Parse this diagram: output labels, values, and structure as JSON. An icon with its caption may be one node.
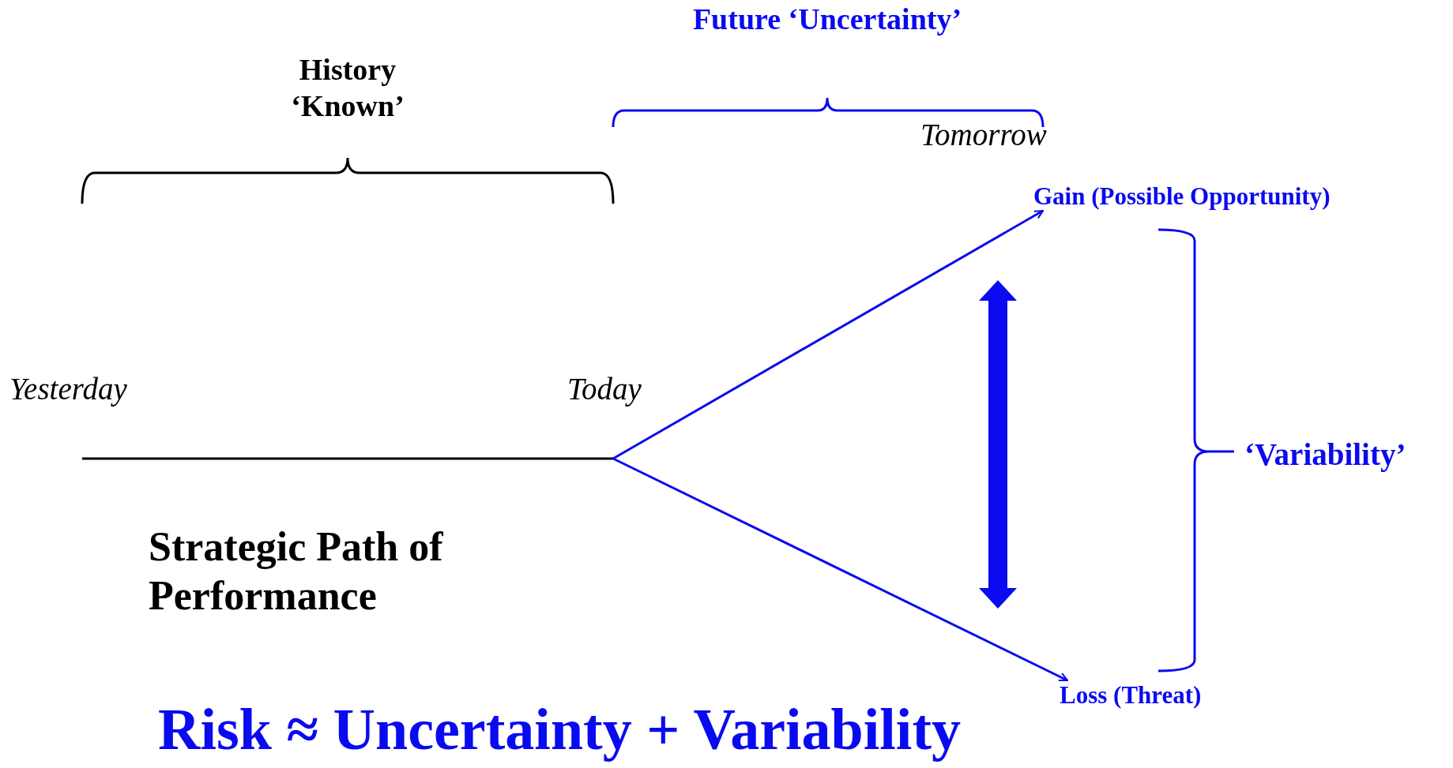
{
  "diagram": {
    "caption": "Risk ≈ Uncertainty + Variability",
    "nodes": [
      {
        "text": [
          "Gain (Possible Opportunity)"
        ]
      },
      {
        "text": [
          "Loss (Threat)"
        ]
      }
    ],
    "edges": [
      {
        "from": null,
        "to": 0,
        "arrow": "to"
      },
      {
        "from": null,
        "to": 1,
        "arrow": "to"
      }
    ],
    "labels": [
      "Future ‘Uncertainty’",
      "History ‘Known’",
      "Tomorrow",
      "Yesterday",
      "Today",
      "‘Variability’",
      "Strategic Path of Performance"
    ]
  }
}
